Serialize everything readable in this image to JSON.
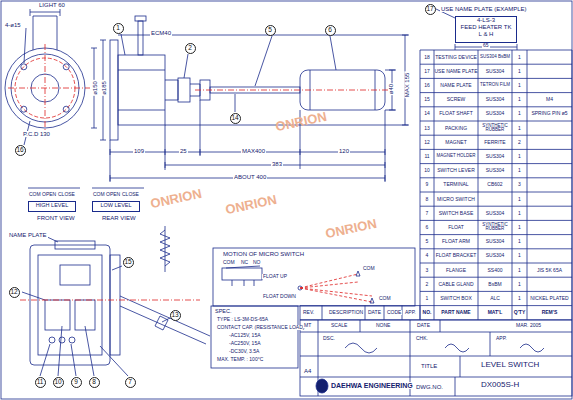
{
  "diagram": {
    "nodes": [
      {
        "text": [
          "HIGH LEVEL"
        ]
      },
      {
        "text": [
          "LOW LEVEL"
        ]
      },
      {
        "text": [
          "4-LS-3",
          "FEED HEATER TK",
          "L & H"
        ]
      }
    ],
    "labels": [
      "LIGHT 60",
      "4-ø15",
      "ø150",
      "ø185",
      "P.C.D 130",
      "16",
      "1",
      "2",
      "5",
      "6",
      "14",
      "ECM40",
      "109",
      "25",
      "MAX400",
      "383",
      "120",
      "ABOUT 400",
      "ø40",
      "MAX 155",
      "COM",
      "OPEN",
      "CLOSE",
      "FRONT VIEW",
      "COM",
      "OPEN",
      "CLOSE",
      "REAR VIEW",
      "MOTION OF MICRO SWITCH",
      "COM",
      "NC",
      "NO",
      "FLOAT UP",
      "COM",
      "FLOAT DOWN",
      "COM",
      "NAME PLATE",
      "15",
      "12",
      "13",
      "11",
      "10",
      "9",
      "8",
      "7",
      "SPEC.",
      "TYPE : LS-3M-DS-65A",
      "CONTACT CAP. (RESISTANCE LOAD)",
      "-AC125V, 15A",
      "-AC250V, 15A",
      "-DC30V, 3.5A",
      "MAX. TEMP. : 100°C",
      "17",
      "USE NAME PLATE (EXAMPLE)",
      "65",
      "REV.",
      "DESCRIPTION",
      "DATE",
      "CODE",
      "APP.",
      "MT",
      "SCALE",
      "NONE",
      "DATE",
      "MAR. 2005",
      "DSC.",
      "CHK.",
      "APP.",
      "A4",
      "TITLE",
      "LEVEL SWITCH",
      "DAEHWA ENGINEERING",
      "DWG.NO.",
      "DX005S-H",
      "18",
      "TESTING DEVICE",
      "SUS304 BsBM",
      "1",
      "17",
      "USE NAME PLATE",
      "SUS304",
      "1",
      "16",
      "NAME PLATE",
      "TETRON FILM",
      "1",
      "15",
      "SCREW",
      "SUS304",
      "1",
      "M4",
      "14",
      "FLOAT SHAFT",
      "SUS304",
      "1",
      "SPRING PIN ø5",
      "13",
      "PACKING",
      "SYNTHETIC RUBBER",
      "1",
      "12",
      "MAGNET",
      "FERRITE",
      "2",
      "11",
      "MAGNET HOLDER",
      "SUS304",
      "1",
      "10",
      "SWITCH LEVER",
      "SUS304",
      "1",
      "9",
      "TERMINAL",
      "CB602",
      "3",
      "8",
      "MICRO SWITCH",
      "1",
      "7",
      "SWITCH BASE",
      "SUS304",
      "1",
      "6",
      "FLOAT",
      "SYNTHETIC RUBBER",
      "1",
      "5",
      "FLOAT ARM",
      "SUS304",
      "1",
      "4",
      "FLOAT BRACKET",
      "SUS304",
      "1",
      "3",
      "FLANGE",
      "SS400",
      "1",
      "JIS 5K 65A",
      "2",
      "CABLE GLAND",
      "BsBM",
      "1",
      "1",
      "SWITCH BOX",
      "ALC",
      "1",
      "NICKEL PLATED",
      "NO.",
      "PART NAME",
      "MAT'L",
      "Q'TY",
      "REM'S",
      "ONRION",
      "ONRION",
      "ONRION",
      "ONRION"
    ]
  }
}
